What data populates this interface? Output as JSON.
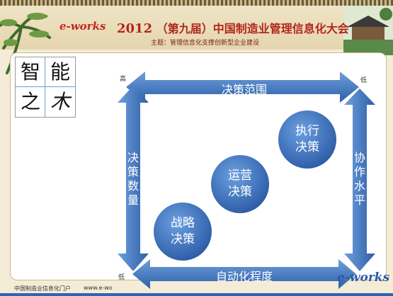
{
  "header": {
    "logo": "e-works",
    "year": "2012",
    "title_rest": "（第九届）中国制造业管理信息化大会",
    "subtitle": "主题：管理信息化支撑创新型企业建设"
  },
  "sign": {
    "chars": [
      "智",
      "能",
      "之",
      "木"
    ]
  },
  "diagram": {
    "top_arrow": "决策范围",
    "bottom_arrow": "自动化程度",
    "left_arrow": [
      "决",
      "策",
      "数",
      "量"
    ],
    "right_arrow": [
      "协",
      "作",
      "水",
      "平"
    ],
    "corners": {
      "top_left": "高",
      "top_right": "低",
      "bottom_left": "低"
    },
    "circles": [
      {
        "line1": "执行",
        "line2": "决策"
      },
      {
        "line1": "运营",
        "line2": "决策"
      },
      {
        "line1": "战略",
        "line2": "决策"
      }
    ],
    "colors": {
      "arrow": "#3b74c1",
      "circle": "#3e78c5"
    }
  },
  "footer": {
    "left": "中国制造业信息化门户",
    "url": "www.e-wo",
    "watermark": "e-works"
  }
}
